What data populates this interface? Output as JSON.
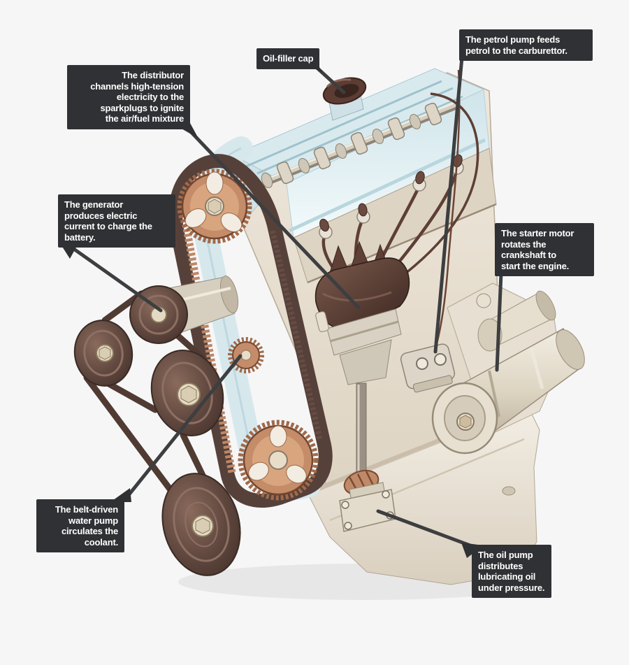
{
  "diagram_title": "Car engine annotated cutaway illustration",
  "colors": {
    "background": "#f6f6f7",
    "callout_bg": "#2f3134",
    "callout_text": "#ffffff",
    "pointer_line": "#3d3e40",
    "engine_cream": "#e9e1d4",
    "valve_cover_blue": "#d9eaef",
    "belt_brown": "#56413a",
    "gear_copper": "#c48c69",
    "pulley_brown": "#5e463d",
    "cap_dark_brown": "#4c332b"
  },
  "callouts": [
    {
      "name": "distributor",
      "text": "The distributor\nchannels high-tension\nelectricity to the\nsparkplugs to ignite\nthe air/fuel mixture"
    },
    {
      "name": "oil-filler-cap",
      "text": "Oil-filler cap"
    },
    {
      "name": "petrol-pump",
      "text": "The petrol pump feeds\npetrol to the carburettor."
    },
    {
      "name": "generator",
      "text": "The generator\nproduces electric\ncurrent to charge the\nbattery."
    },
    {
      "name": "starter-motor",
      "text": "The starter motor\nrotates the\ncrankshaft to\nstart the engine."
    },
    {
      "name": "water-pump",
      "text": "The belt-driven\nwater pump\ncirculates the\ncoolant."
    },
    {
      "name": "oil-pump",
      "text": "The oil pump\ndistributes\nlubricating oil\nunder pressure."
    }
  ]
}
